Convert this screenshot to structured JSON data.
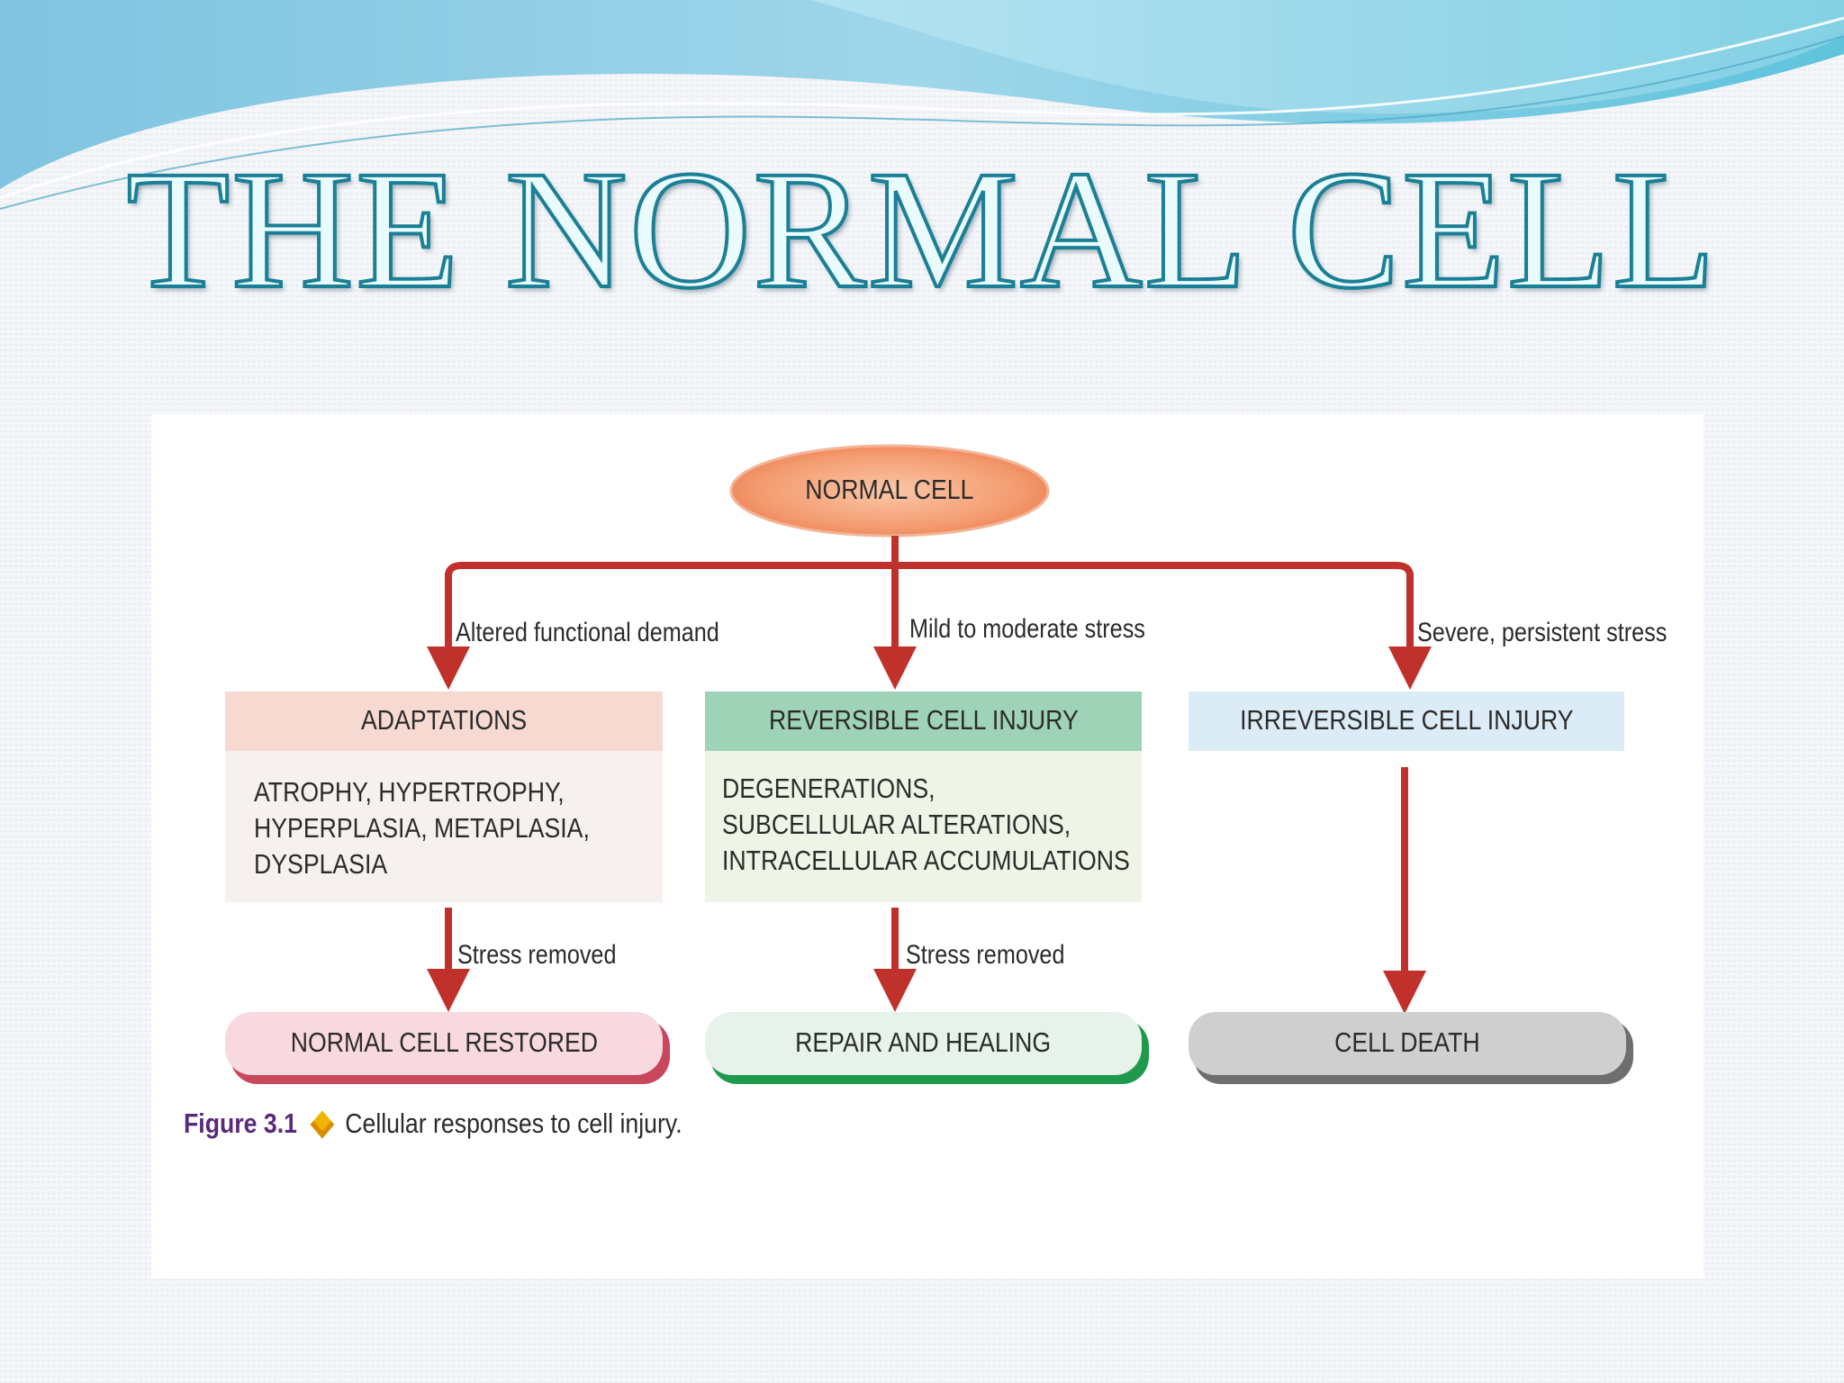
{
  "slide": {
    "title": "THE NORMAL CELL"
  },
  "diagram": {
    "root": {
      "label": "NORMAL CELL"
    },
    "branches": [
      {
        "edge_label": "Altered functional demand",
        "category": "ADAPTATIONS",
        "detail_lines": [
          "ATROPHY, HYPERTROPHY,",
          "HYPERPLASIA, METAPLASIA,",
          "DYSPLASIA"
        ],
        "outcome_edge_label": "Stress removed",
        "outcome": "NORMAL CELL RESTORED"
      },
      {
        "edge_label": "Mild to moderate stress",
        "category": "REVERSIBLE CELL INJURY",
        "detail_lines": [
          "DEGENERATIONS,",
          "SUBCELLULAR ALTERATIONS,",
          "INTRACELLULAR ACCUMULATIONS"
        ],
        "outcome_edge_label": "Stress removed",
        "outcome": "REPAIR AND HEALING"
      },
      {
        "edge_label": "Severe, persistent stress",
        "category": "IRREVERSIBLE CELL INJURY",
        "outcome": "CELL DEATH"
      }
    ],
    "caption": {
      "label": "Figure 3.1",
      "text": "Cellular responses to cell injury."
    }
  },
  "colors": {
    "arrow": "#c0312b",
    "root_fill": "#f39a6e",
    "adaptations_header": "#f6d9d0",
    "adaptations_body": "#f6f1ee",
    "reversible_header": "#9fd3b7",
    "reversible_body": "#eef5e6",
    "irreversible_header": "#dcecf6",
    "restored_pill": "#f8d9e0",
    "restored_shadow": "#c8475a",
    "repair_pill": "#e6f2ea",
    "repair_shadow": "#1f9a4c",
    "death_pill": "#cfcfcf",
    "death_shadow": "#6e6e6e",
    "title_stroke": "#1b7f95"
  }
}
